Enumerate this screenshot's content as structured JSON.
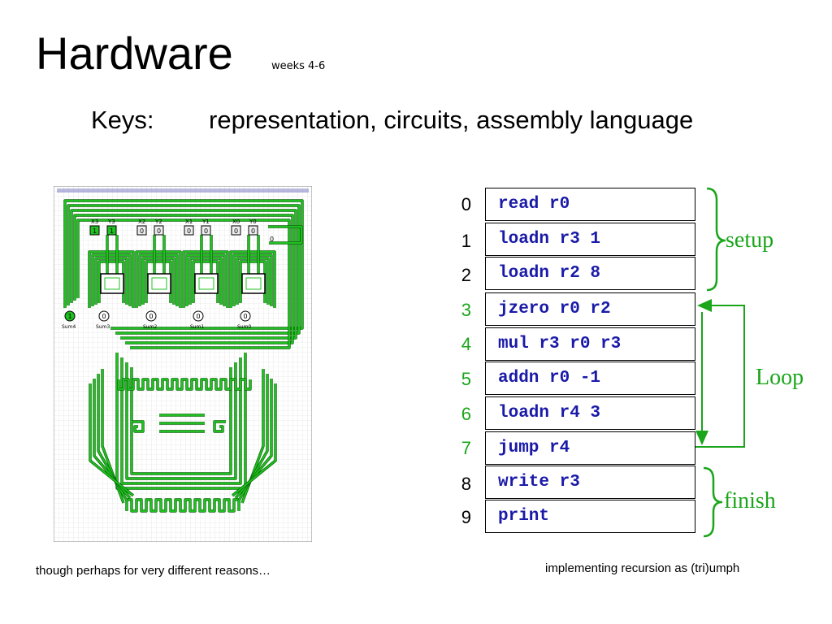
{
  "title": "Hardware",
  "subtitle": "weeks 4-6",
  "keys": {
    "label": "Keys:",
    "text": "representation, circuits, assembly language"
  },
  "circuit": {
    "inputs": [
      {
        "x": "X3",
        "y": "Y3",
        "xv": "1",
        "yv": "1"
      },
      {
        "x": "X2",
        "y": "Y2",
        "xv": "0",
        "yv": "0"
      },
      {
        "x": "X1",
        "y": "Y1",
        "xv": "0",
        "yv": "0"
      },
      {
        "x": "X0",
        "y": "Y0",
        "xv": "0",
        "yv": "0"
      }
    ],
    "extra_input": "0",
    "outputs": [
      {
        "label": "Sum4",
        "value": "1"
      },
      {
        "label": "Sum3",
        "value": "0"
      },
      {
        "label": "Sum2",
        "value": "0"
      },
      {
        "label": "Sum1",
        "value": "0"
      },
      {
        "label": "Sum0",
        "value": "0"
      }
    ],
    "colors": {
      "wire": "#1fc01f",
      "wire_dark": "#0a6a0a",
      "grid": "#dcdcdc"
    }
  },
  "program": {
    "lines": [
      {
        "num": "0",
        "code": "read r0",
        "highlight": false
      },
      {
        "num": "1",
        "code": "loadn r3 1",
        "highlight": false
      },
      {
        "num": "2",
        "code": "loadn r2 8",
        "highlight": false
      },
      {
        "num": "3",
        "code": "jzero r0 r2",
        "highlight": true
      },
      {
        "num": "4",
        "code": "mul r3 r0 r3",
        "highlight": true
      },
      {
        "num": "5",
        "code": "addn r0 -1",
        "highlight": true
      },
      {
        "num": "6",
        "code": "loadn r4 3",
        "highlight": true
      },
      {
        "num": "7",
        "code": "jump r4",
        "highlight": true
      },
      {
        "num": "8",
        "code": "write r3",
        "highlight": false
      },
      {
        "num": "9",
        "code": "print",
        "highlight": false
      }
    ],
    "setup_label": "setup",
    "loop_label": "Loop",
    "finish_label": "finish"
  },
  "captions": {
    "left": "though perhaps for very different reasons…",
    "right": "implementing recursion as (tri)umph"
  },
  "colors": {
    "code": "#1a1aa8",
    "accent_green": "#1aa51a"
  }
}
